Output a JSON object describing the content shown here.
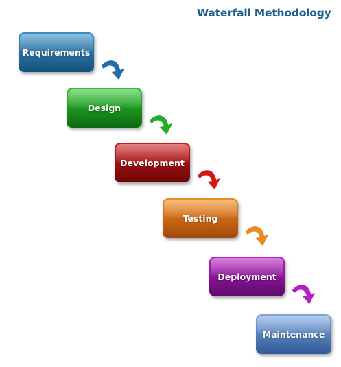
{
  "title": "Waterfall Methodology",
  "stages": [
    {
      "label": "Requirements",
      "color_top": "#3a8fc7",
      "color_bottom": "#17527c"
    },
    {
      "label": "Design",
      "color_top": "#2fc42f",
      "color_bottom": "#0b6a10"
    },
    {
      "label": "Development",
      "color_top": "#cf1d1d",
      "color_bottom": "#6c0606"
    },
    {
      "label": "Testing",
      "color_top": "#f08a1c",
      "color_bottom": "#a3480a"
    },
    {
      "label": "Deployment",
      "color_top": "#b61fc4",
      "color_bottom": "#5d0a6a"
    },
    {
      "label": "Maintenance",
      "color_top": "#7fa7de",
      "color_bottom": "#2f5a97"
    }
  ],
  "arrows": [
    {
      "from": "Requirements",
      "to": "Design",
      "color": "#1f6fa8"
    },
    {
      "from": "Design",
      "to": "Development",
      "color": "#22b022"
    },
    {
      "from": "Development",
      "to": "Testing",
      "color": "#d41717"
    },
    {
      "from": "Testing",
      "to": "Deployment",
      "color": "#f08a1c"
    },
    {
      "from": "Deployment",
      "to": "Maintenance",
      "color": "#b31fc0"
    }
  ]
}
